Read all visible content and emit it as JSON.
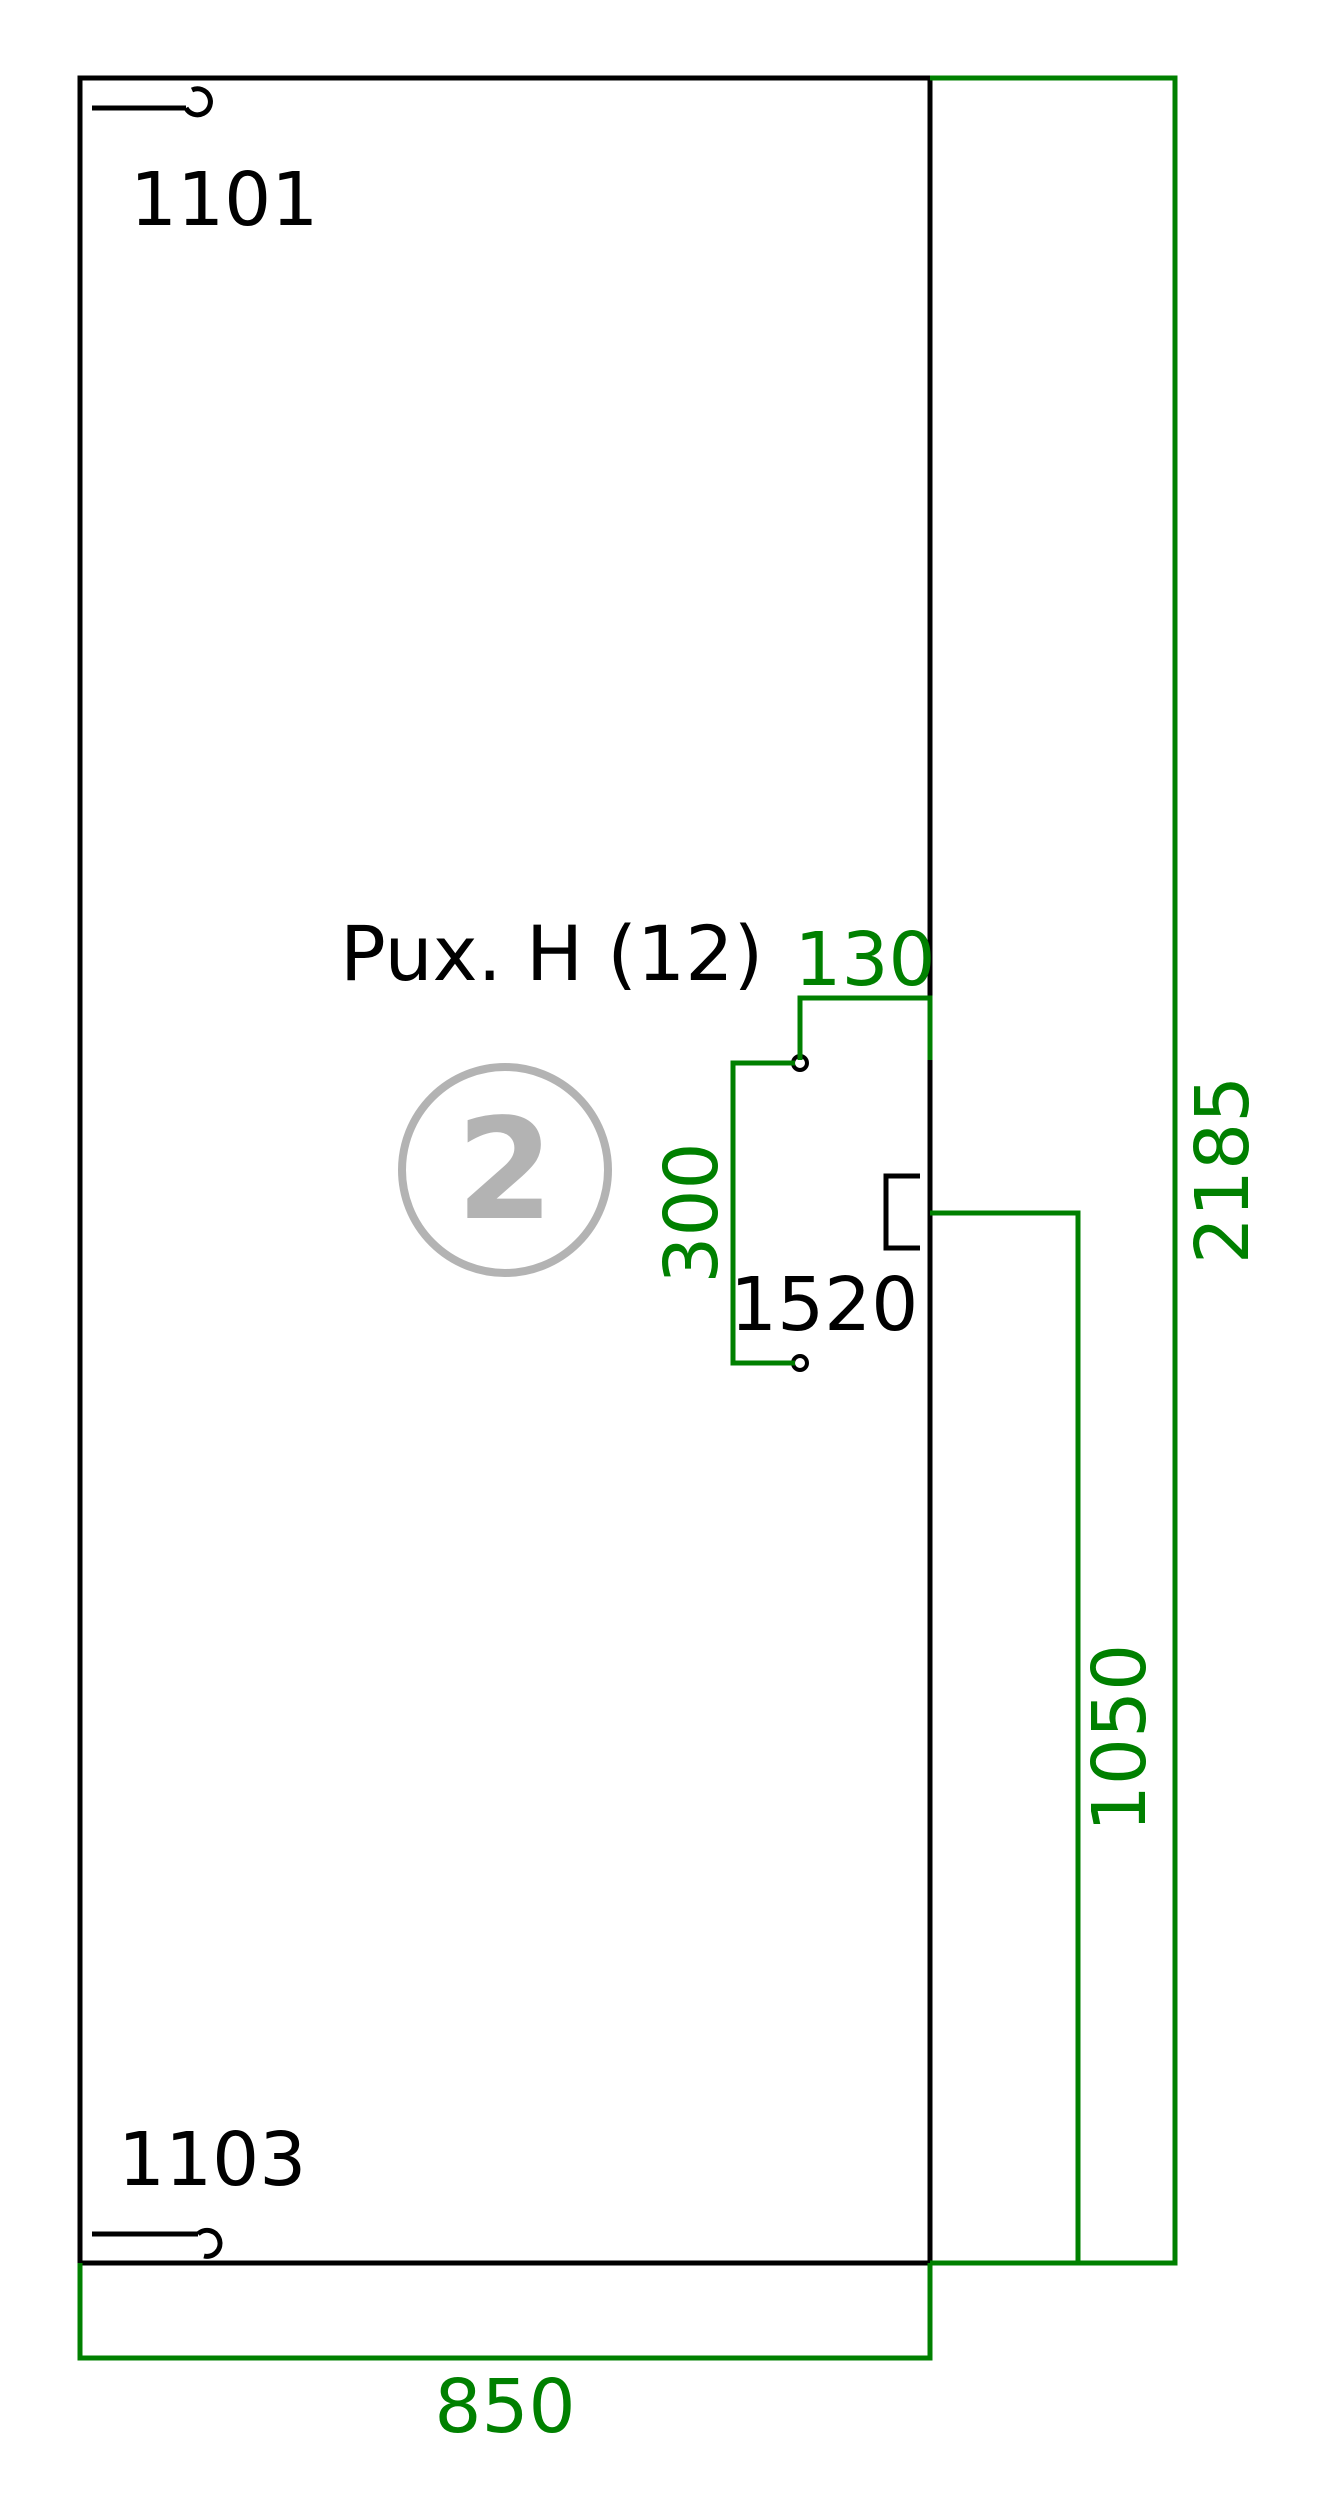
{
  "colors": {
    "outline": "#000000",
    "dimension": "#008000",
    "badge": "#b3b3b3",
    "background": "#ffffff"
  },
  "labels": {
    "top_hinge_code": "1101",
    "bottom_hinge_code": "1103",
    "handle_code": "1520",
    "panel_name": "Pux. H (12)",
    "panel_number": "2"
  },
  "dimensions": {
    "width": "850",
    "height": "2185",
    "handle_height": "1050",
    "handle_spacing": "300",
    "handle_offset": "130"
  },
  "icons": {
    "top_hinge": "hinge-icon",
    "bottom_hinge": "hinge-icon",
    "handle": "handle-icon",
    "badge": "numbered-circle-icon"
  }
}
